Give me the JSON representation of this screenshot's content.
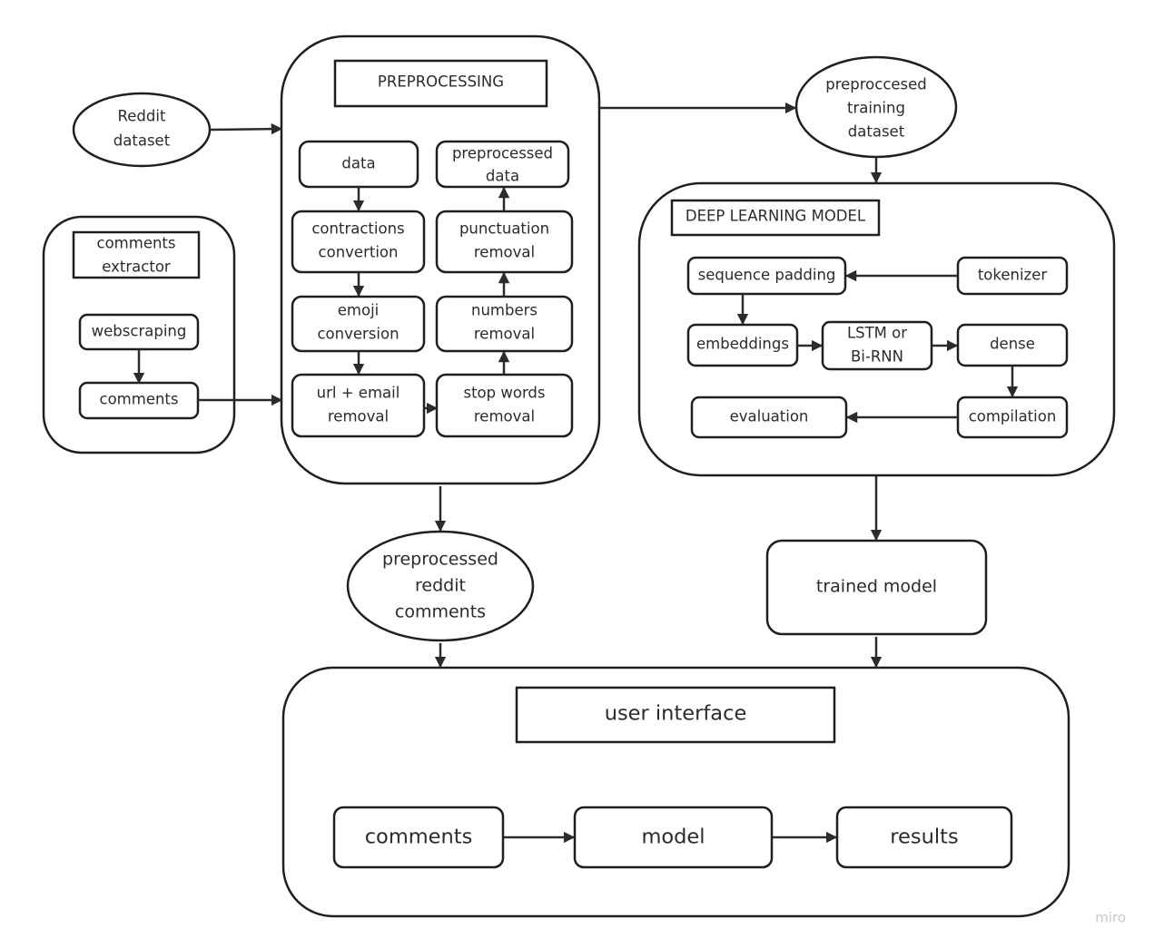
{
  "containers": {
    "preprocessing": {
      "title": "PREPROCESSING"
    },
    "comments_extractor": {
      "title_lines": [
        "comments",
        "extractor"
      ]
    },
    "deep_learning_model": {
      "title": "DEEP LEARNING MODEL"
    },
    "user_interface": {
      "title": "user interface"
    }
  },
  "ellipses": {
    "reddit_dataset": [
      "Reddit",
      "dataset"
    ],
    "preprocessed_training_dataset": [
      "preproccesed",
      "training",
      "dataset"
    ],
    "preprocessed_reddit_comments": [
      "preprocessed",
      "reddit",
      "comments"
    ]
  },
  "extractor_nodes": {
    "webscraping": "webscraping",
    "comments": "comments"
  },
  "preprocessing_nodes": {
    "data": "data",
    "contractions": [
      "contractions",
      "convertion"
    ],
    "emoji": [
      "emoji",
      "conversion"
    ],
    "url_email": [
      "url + email",
      "removal"
    ],
    "stop_words": [
      "stop words",
      "removal"
    ],
    "numbers": [
      "numbers",
      "removal"
    ],
    "punctuation": [
      "punctuation",
      "removal"
    ],
    "preprocessed_data": [
      "preprocessed",
      "data"
    ]
  },
  "model_nodes": {
    "tokenizer": "tokenizer",
    "sequence_padding": "sequence padding",
    "embeddings": "embeddings",
    "lstm": [
      "LSTM or",
      "Bi-RNN"
    ],
    "dense": "dense",
    "compilation": "compilation",
    "evaluation": "evaluation"
  },
  "trained_model": "trained model",
  "ui_nodes": {
    "comments": "comments",
    "model": "model",
    "results": "results"
  },
  "watermark": "miro"
}
